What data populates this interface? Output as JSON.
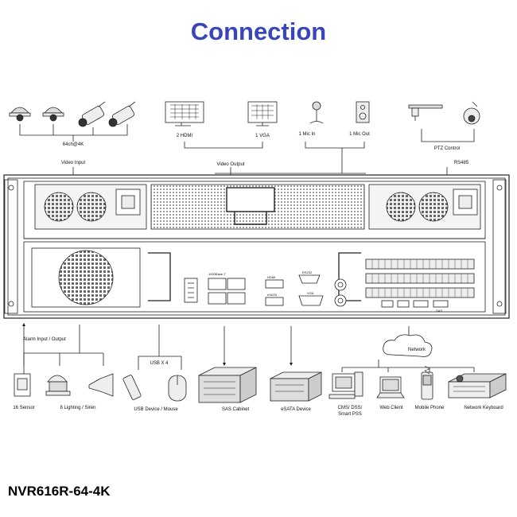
{
  "title": "Connection",
  "model": "NVR616R-64-4K",
  "top": {
    "cameras_label": "64ch@4K",
    "video_input": "Video Input",
    "hdmi_label": "2 HDMI",
    "vga_label": "1 VGA",
    "video_output": "Video Output",
    "mic_in": "1 Mic In",
    "mic_out": "1 Mic Out",
    "ptz_control": "PTZ Control",
    "rs485": "RS485"
  },
  "bottom": {
    "alarm_io": "Alarm Input / Output",
    "sensor": "16 Sensor",
    "lighting_siren": "8 Lighting / Siren",
    "usb_x4": "USB X 4",
    "usb_device_mouse": "USB Device / Mouse",
    "sas_cabinet": "SAS  Cabinet",
    "esata_device": "eSATA Device",
    "network": "Network",
    "cms_dss": "CMS/ DSS/",
    "smart_pss": "Smart PSS",
    "web_client": "Web Client",
    "mobile_phone": "Mobile Phone",
    "network_keyboard": "Network Keyboard"
  },
  "panel": {
    "port_1000base": "1000Base-T",
    "port_rs232": "RS232",
    "port_vga": "VGA",
    "port_hdmi": "HDMI",
    "port_esata": "eSATA",
    "port_sas": "SAS"
  },
  "colors": {
    "title": "#3a46b8",
    "line": "#222222"
  }
}
